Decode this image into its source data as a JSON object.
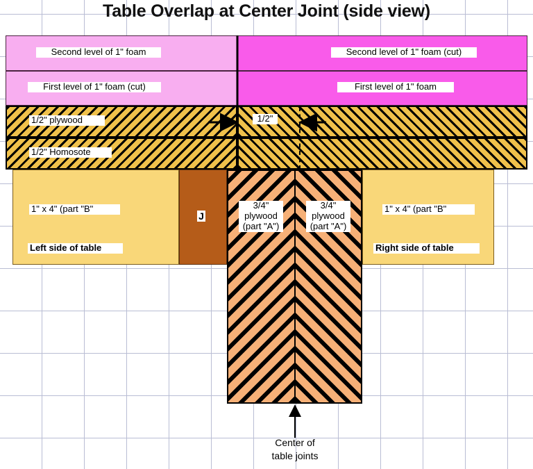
{
  "title": "Table Overlap at Center Joint (side view)",
  "layers": {
    "foam_second_left": "Second level of 1\" foam",
    "foam_second_right": "Second level of 1\" foam (cut)",
    "foam_first_left": "First level of 1\" foam (cut)",
    "foam_first_right": "First level of 1\" foam",
    "plywood_sheet": "1/2\" plywood",
    "homosote_sheet": "1/2\" Homosote",
    "overlap_dimension": "1/2\""
  },
  "supports": {
    "left_part_label": "1\" x 4\" (part \"B\"",
    "left_side_label": "Left side of table",
    "right_part_label": "1\" x 4\" (part \"B\"",
    "right_side_label": "Right side of table",
    "brown_block_label": "J",
    "column_left": "3/4\"\nplywood\n(part \"A\")",
    "column_left_line1": "3/4\"",
    "column_left_line2": "plywood",
    "column_left_line3": "(part \"A\")",
    "column_right_line1": "3/4\"",
    "column_right_line2": "plywood",
    "column_right_line3": "(part \"A\")"
  },
  "annotations": {
    "center_note_line1": "Center of",
    "center_note_line2": "table joints"
  },
  "colors": {
    "foam_light": "#f8aef0",
    "foam_bright": "#f95bea",
    "sheet_gold": "#f0c14b",
    "plywood_orange": "#f6b077",
    "wood_yellow": "#f9d779",
    "wood_brown": "#b55c19",
    "grid": "#b9bdd4",
    "ink": "#000000"
  }
}
